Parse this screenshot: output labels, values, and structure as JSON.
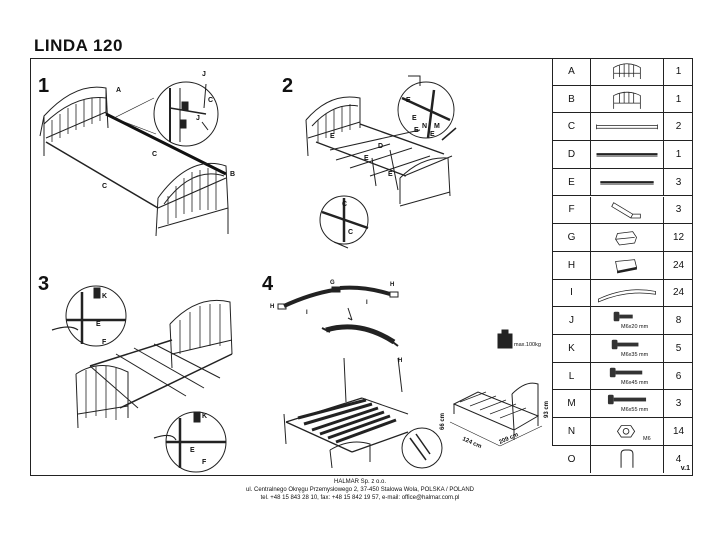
{
  "title": "LINDA 120",
  "steps": [
    "1",
    "2",
    "3",
    "4"
  ],
  "letters": {
    "s1": [
      "A",
      "C",
      "C",
      "B",
      "J",
      "J",
      "C"
    ],
    "s2": [
      "E",
      "E",
      "E",
      "E",
      "N",
      "M",
      "D",
      "E",
      "E",
      "E",
      "C",
      "C"
    ],
    "s3": [
      "K",
      "E",
      "F",
      "E",
      "K",
      "F"
    ],
    "s4": [
      "H",
      "H",
      "G",
      "I",
      "I",
      "H"
    ]
  },
  "weight_label": "max.100kg",
  "dimensions": [
    "66 cm",
    "124 cm",
    "209 cm",
    "93 cm"
  ],
  "parts": [
    {
      "letter": "A",
      "qty": "1",
      "icon": "headboard-icon",
      "caption": ""
    },
    {
      "letter": "B",
      "qty": "1",
      "icon": "footboard-icon",
      "caption": ""
    },
    {
      "letter": "C",
      "qty": "2",
      "icon": "long-rail-icon",
      "caption": ""
    },
    {
      "letter": "D",
      "qty": "1",
      "icon": "center-rail-icon",
      "caption": ""
    },
    {
      "letter": "E",
      "qty": "3",
      "icon": "short-rail-icon",
      "caption": ""
    },
    {
      "letter": "F",
      "qty": "3",
      "icon": "support-leg-icon",
      "caption": ""
    },
    {
      "letter": "G",
      "qty": "12",
      "icon": "slat-holder-icon",
      "caption": ""
    },
    {
      "letter": "H",
      "qty": "24",
      "icon": "slat-cap-icon",
      "caption": ""
    },
    {
      "letter": "I",
      "qty": "24",
      "icon": "slat-icon",
      "caption": ""
    },
    {
      "letter": "J",
      "qty": "8",
      "icon": "bolt-icon",
      "caption": "M6x20 mm"
    },
    {
      "letter": "K",
      "qty": "5",
      "icon": "bolt-icon",
      "caption": "M6x35 mm"
    },
    {
      "letter": "L",
      "qty": "6",
      "icon": "bolt-icon",
      "caption": "M6x45 mm"
    },
    {
      "letter": "M",
      "qty": "3",
      "icon": "bolt-icon",
      "caption": "M6x55 mm"
    },
    {
      "letter": "N",
      "qty": "14",
      "icon": "nut-icon",
      "caption": "M6"
    },
    {
      "letter": "O",
      "qty": "4",
      "icon": "hook-icon",
      "caption": ""
    }
  ],
  "version": "v.1",
  "footer": [
    "HALMAR Sp. z o.o.",
    "ul. Centralnego Okręgu Przemysłowego 2, 37-450 Stalowa Wola, POLSKA / POLAND",
    "tel. +48 15 843 28 10, fax: +48 15 842 19 57, e-mail: office@halmar.com.pl"
  ]
}
